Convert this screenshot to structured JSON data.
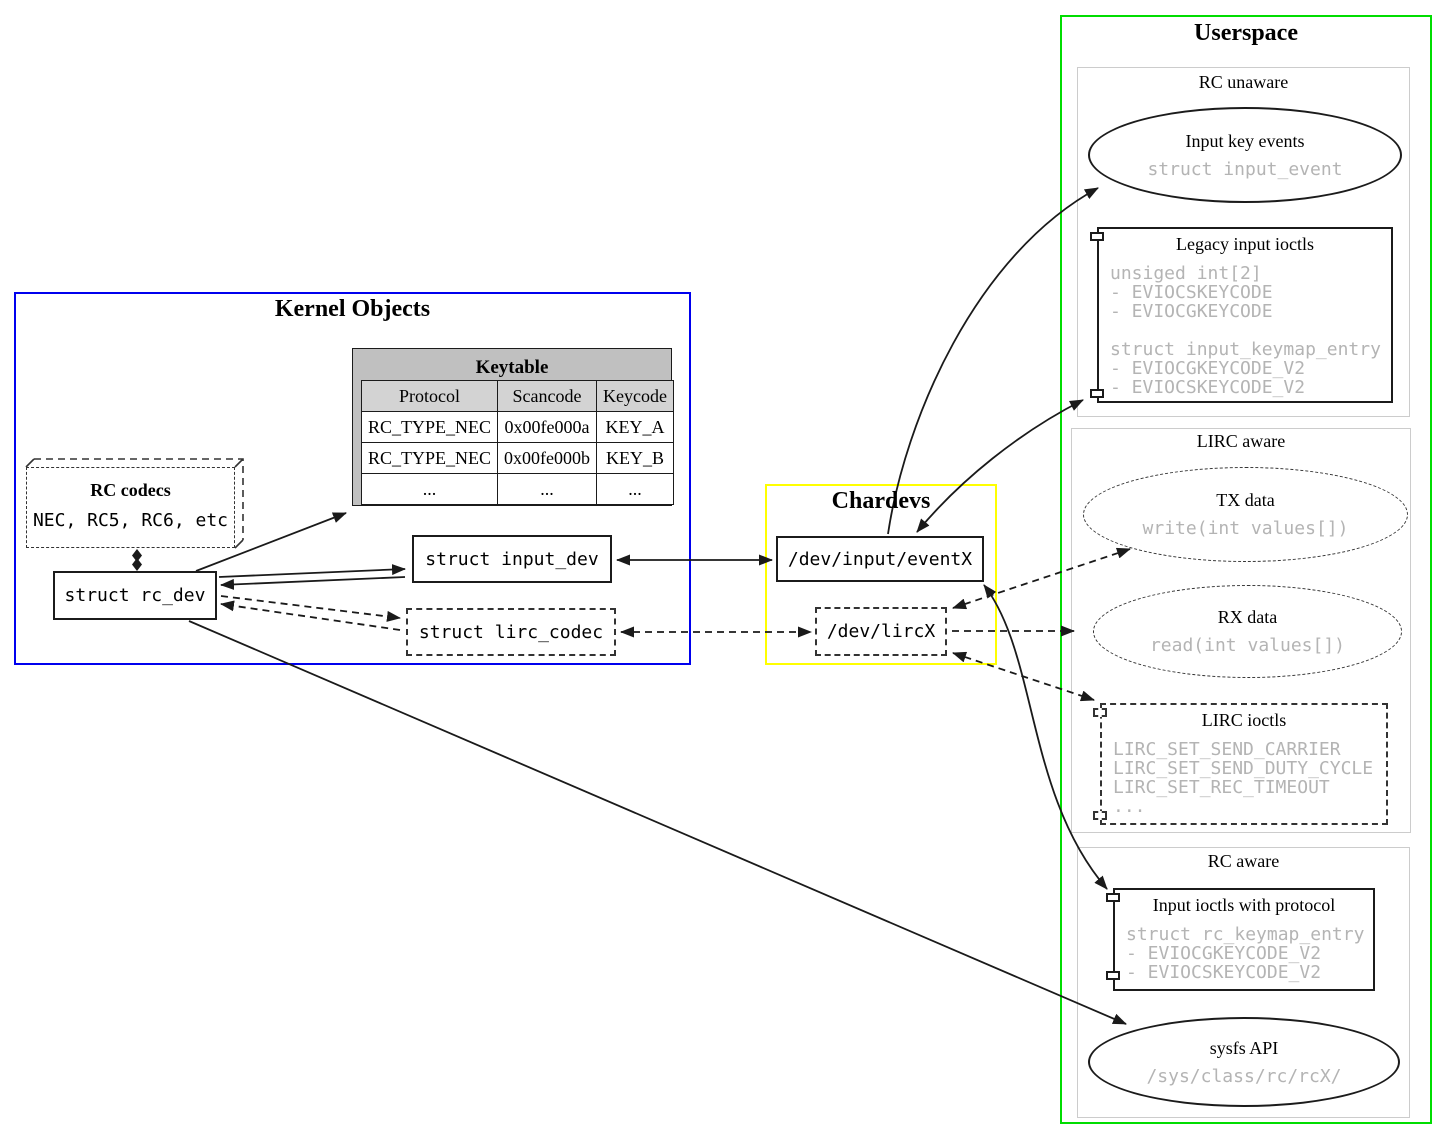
{
  "kernel": {
    "title": "Kernel Objects",
    "rc_codecs": {
      "title": "RC codecs",
      "list": "NEC, RC5, RC6, etc"
    },
    "rc_dev": "struct rc_dev",
    "input_dev": "struct input_dev",
    "lirc_codec": "struct lirc_codec",
    "keytable": {
      "title": "Keytable",
      "headers": [
        "Protocol",
        "Scancode",
        "Keycode"
      ],
      "rows": [
        [
          "RC_TYPE_NEC",
          "0x00fe000a",
          "KEY_A"
        ],
        [
          "RC_TYPE_NEC",
          "0x00fe000b",
          "KEY_B"
        ],
        [
          "...",
          "...",
          "..."
        ]
      ]
    }
  },
  "chardevs": {
    "title": "Chardevs",
    "event_node": "/dev/input/eventX",
    "lirc_node": "/dev/lircX"
  },
  "userspace": {
    "title": "Userspace",
    "rc_unaware": {
      "label": "RC unaware",
      "input_key_events": {
        "title": "Input key events",
        "code": "struct input_event"
      },
      "legacy_ioctls": {
        "title": "Legacy input ioctls",
        "lines": [
          "unsiged int[2]",
          "- EVIOCSKEYCODE",
          "- EVIOCGKEYCODE",
          "",
          "struct input_keymap_entry",
          "- EVIOCGKEYCODE_V2",
          "- EVIOCSKEYCODE_V2"
        ]
      }
    },
    "lirc_aware": {
      "label": "LIRC aware",
      "tx_data": {
        "title": "TX data",
        "code": "write(int values[])"
      },
      "rx_data": {
        "title": "RX data",
        "code": "read(int values[])"
      },
      "lirc_ioctls": {
        "title": "LIRC ioctls",
        "lines": [
          "LIRC_SET_SEND_CARRIER",
          "LIRC_SET_SEND_DUTY_CYCLE",
          "LIRC_SET_REC_TIMEOUT",
          "..."
        ]
      }
    },
    "rc_aware": {
      "label": "RC aware",
      "input_ioctls": {
        "title": "Input ioctls with protocol",
        "lines": [
          "struct rc_keymap_entry",
          "- EVIOCGKEYCODE_V2",
          "- EVIOCSKEYCODE_V2"
        ]
      },
      "sysfs": {
        "title": "sysfs API",
        "code": "/sys/class/rc/rcX/"
      }
    }
  },
  "colors": {
    "kernel_border": "#0000ee",
    "chardevs_border": "#ffff00",
    "userspace_border": "#00dd00",
    "cluster_border": "#cccccc",
    "muted_text": "#b4b4b4",
    "table_bg": "#c0c0c0",
    "table_header_bg": "#d3d3d3",
    "edge_color": "#1a1a1a"
  }
}
